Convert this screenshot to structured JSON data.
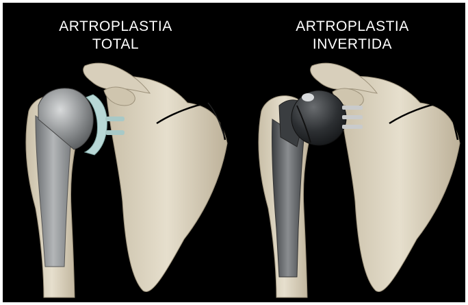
{
  "panels": [
    {
      "title_line1": "ARTROPLASTIA",
      "title_line2": "TOTAL"
    },
    {
      "title_line1": "ARTROPLASTIA",
      "title_line2": "INVERTIDA"
    }
  ],
  "colors": {
    "background": "#000000",
    "bone": "#dcd3bf",
    "bone_shade": "#b8ad95",
    "implant_metal": "#8e9193",
    "implant_dark": "#4a4d50",
    "glenoid_component": "#b8d8d6"
  }
}
